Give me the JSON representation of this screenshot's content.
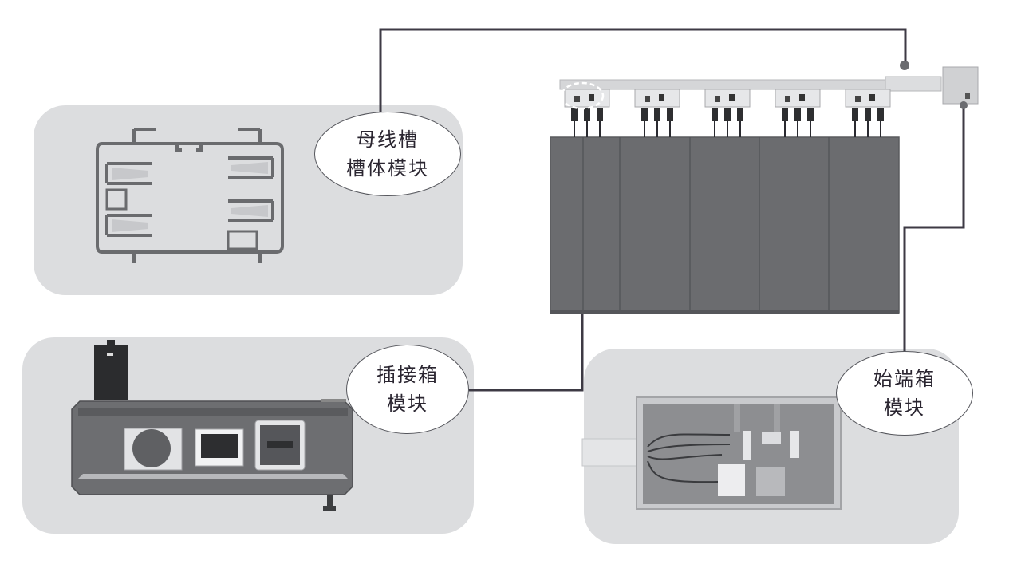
{
  "diagram": {
    "title": "",
    "modules": [
      {
        "id": "busway",
        "label_lines": [
          "母线槽",
          "槽体模块"
        ]
      },
      {
        "id": "plugin",
        "label_lines": [
          "插接箱",
          "模块"
        ]
      },
      {
        "id": "feeder",
        "label_lines": [
          "始端箱",
          "模块"
        ]
      }
    ],
    "cabinet": {
      "panel_count": 5,
      "tap_off_units": 5
    },
    "colors": {
      "panel_bg": "#dcdddf",
      "cabinet": "#6b6c6f",
      "connector_line": "#3d3a44",
      "busbar": "#d5d6d8",
      "bubble_border": "#55565c",
      "label_text": "#2a2530"
    }
  }
}
